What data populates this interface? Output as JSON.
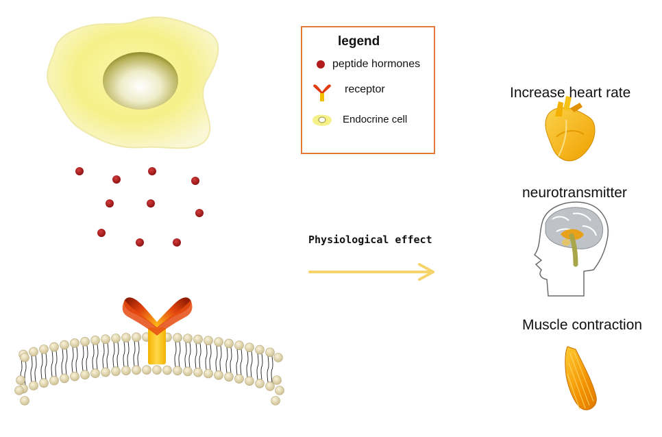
{
  "legend": {
    "title": "legend",
    "items": [
      {
        "label": "peptide hormones",
        "icon": "red-dot-icon"
      },
      {
        "label": "receptor",
        "icon": "receptor-icon"
      },
      {
        "label": "Endocrine cell",
        "icon": "endocrine-cell-icon"
      }
    ]
  },
  "arrow_label": "Physiological effect",
  "effects": [
    {
      "label": "Increase heart rate",
      "icon": "heart-icon"
    },
    {
      "label": "neurotransmitter",
      "icon": "brain-head-icon"
    },
    {
      "label": "Muscle contraction",
      "icon": "muscle-icon"
    }
  ],
  "colors": {
    "hormone": "#b01c1c",
    "legend_border": "#e07b39",
    "arrow": "#f7d36b",
    "cell": "#f6f39a"
  }
}
